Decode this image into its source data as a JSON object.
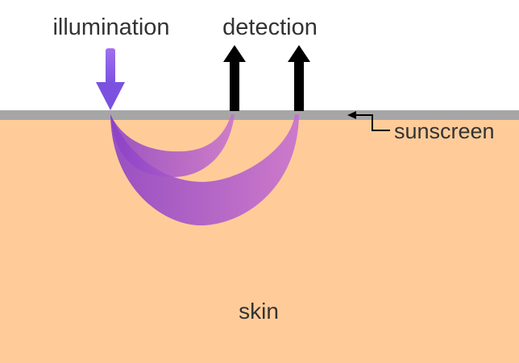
{
  "labels": {
    "illumination": "illumination",
    "detection": "detection",
    "sunscreen": "sunscreen",
    "skin": "skin"
  },
  "colors": {
    "background": "#ffffff",
    "skin": "#ffcc99",
    "sunscreen_layer": "#a6a6a6",
    "illumination_arrow": "#9966ee",
    "photon_path_dark": "#8a3fc7",
    "photon_path_light": "#c66fd1",
    "detection_arrow": "#000000",
    "text": "#333333"
  },
  "icons": {
    "illumination": "down-arrow-icon",
    "detection": "up-arrow-icon",
    "sunscreen_pointer": "elbow-arrow-icon"
  }
}
